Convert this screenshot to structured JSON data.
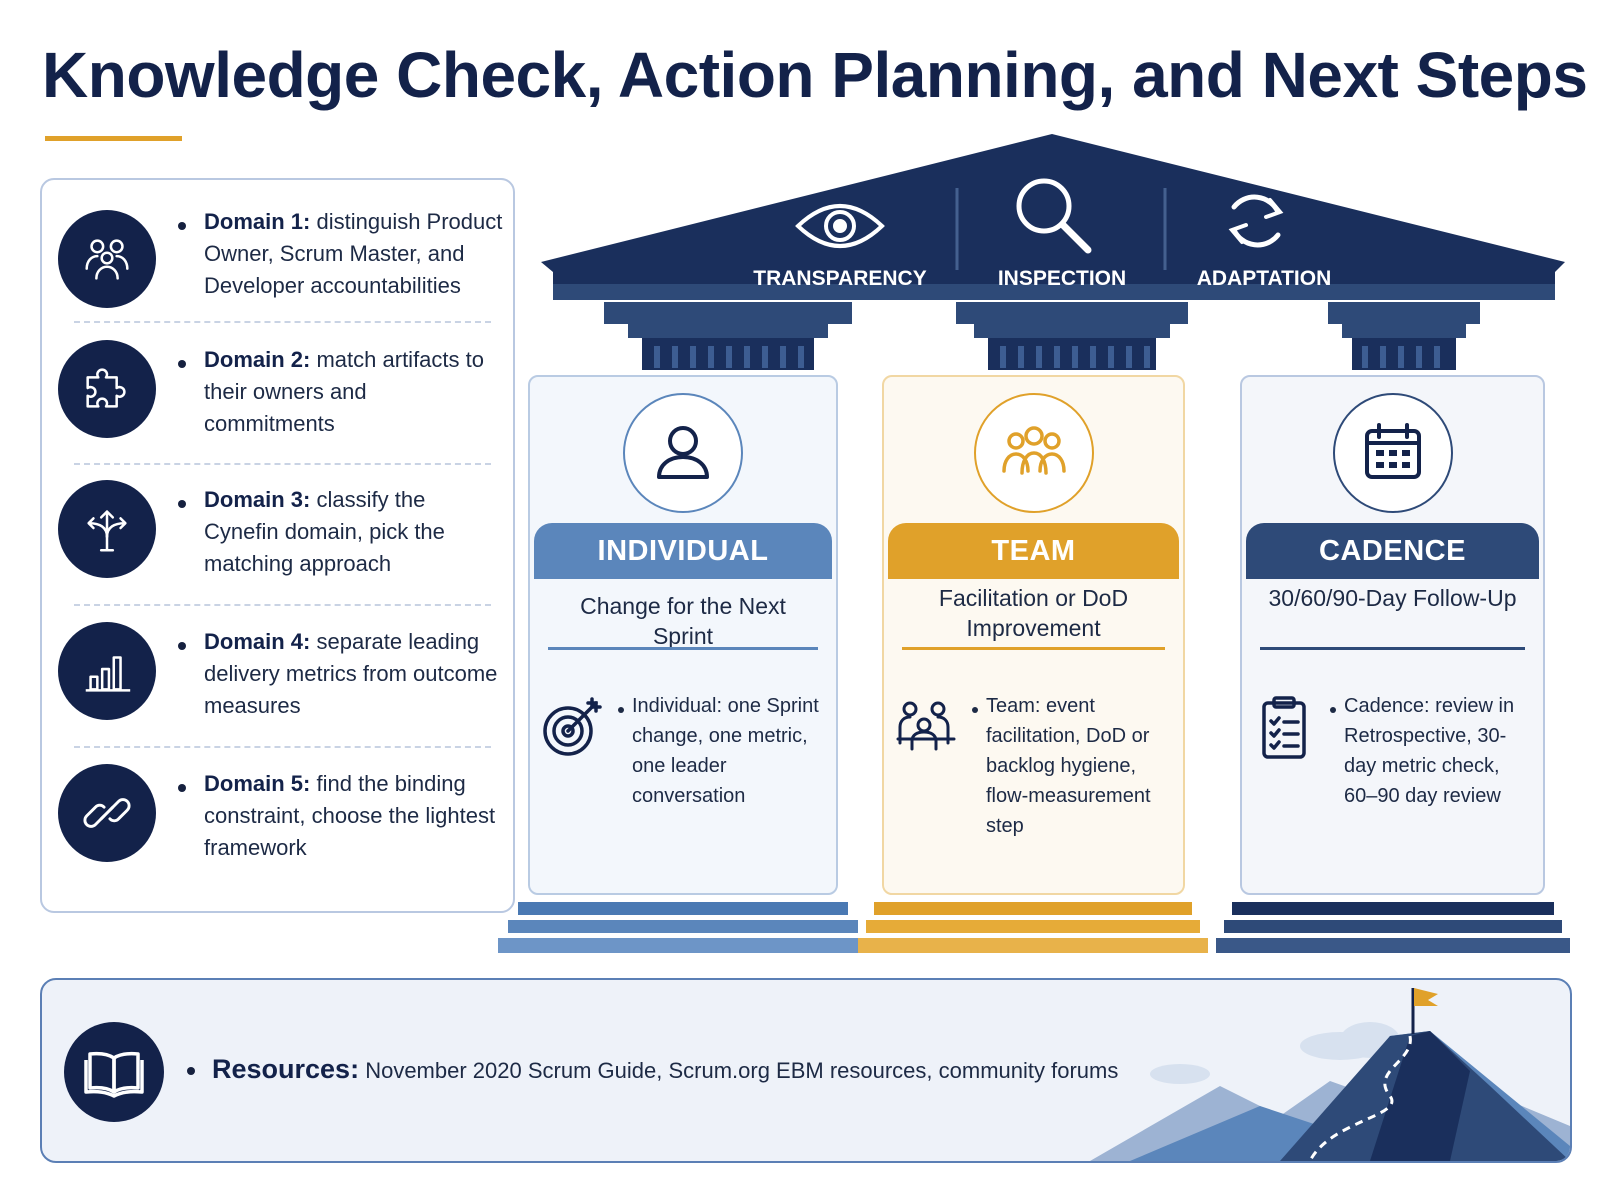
{
  "title": "Knowledge Check, Action Planning, and Next Steps",
  "colors": {
    "navy": "#13224a",
    "accent_gold": "#e0a12a",
    "steel_blue": "#5b86bb",
    "slate_navy": "#2e4a78"
  },
  "domains": [
    {
      "icon": "people-icon",
      "label": "Domain 1:",
      "text": "distinguish Product Owner, Scrum Master, and Developer accountabilities"
    },
    {
      "icon": "puzzle-icon",
      "label": "Domain 2:",
      "text": "match artifacts to their owners and commitments"
    },
    {
      "icon": "branching-arrows-icon",
      "label": "Domain 3:",
      "text": "classify the Cynefin domain, pick the matching approach"
    },
    {
      "icon": "bar-chart-icon",
      "label": "Domain 4:",
      "text": "separate leading delivery metrics from outcome measures"
    },
    {
      "icon": "chain-link-icon",
      "label": "Domain 5:",
      "text": "find the binding constraint, choose the lightest framework"
    }
  ],
  "roof": {
    "items": [
      {
        "icon": "eye-icon",
        "label": "TRANSPARENCY"
      },
      {
        "icon": "magnifier-icon",
        "label": "INSPECTION"
      },
      {
        "icon": "cycle-arrows-icon",
        "label": "ADAPTATION"
      }
    ]
  },
  "pillars": [
    {
      "icon": "person-icon",
      "banner": "INDIVIDUAL",
      "subtitle": "Change for the Next Sprint",
      "detail_icon": "target-icon",
      "detail": "Individual: one Sprint change, one metric, one leader conversation"
    },
    {
      "icon": "group-icon",
      "banner": "TEAM",
      "subtitle": "Facilitation or DoD Improvement",
      "detail_icon": "team-meeting-icon",
      "detail": "Team: event facilitation, DoD or backlog hygiene, flow-measurement step"
    },
    {
      "icon": "calendar-icon",
      "banner": "CADENCE",
      "subtitle": "30/60/90-Day Follow-Up",
      "detail_icon": "checklist-icon",
      "detail": "Cadence: review in Retrospective, 30-day metric check, 60–90 day review"
    }
  ],
  "resources": {
    "icon": "book-icon",
    "label": "Resources:",
    "text": "November 2020 Scrum Guide, Scrum.org EBM resources, community forums"
  }
}
